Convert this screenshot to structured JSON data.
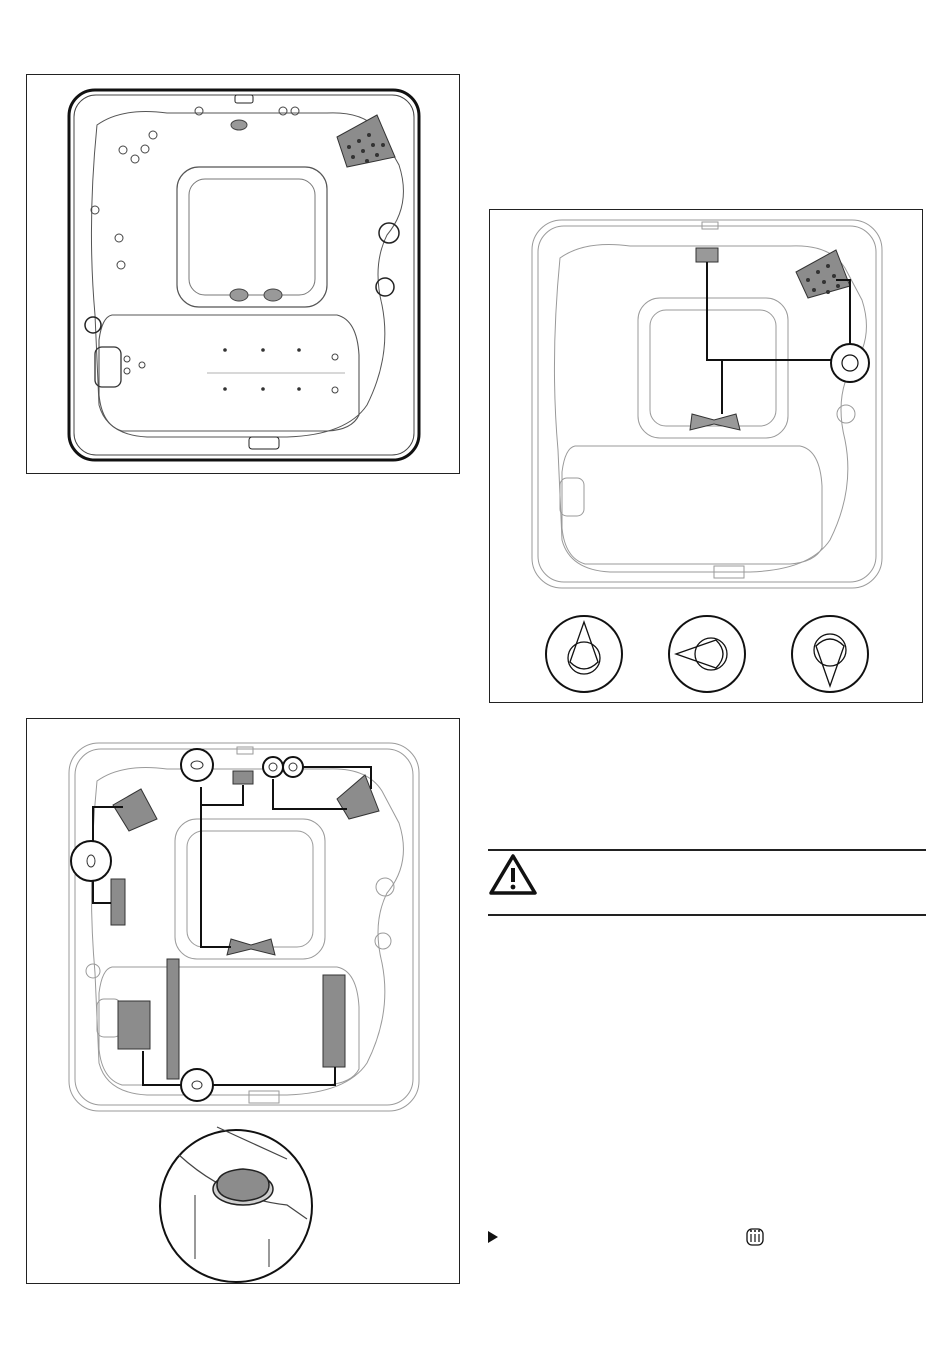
{
  "figures": [
    {
      "id": "fig1",
      "kind": "spa-top-view-outline"
    },
    {
      "id": "fig2",
      "kind": "spa-diverter-valve-diagram",
      "valve_positions": [
        "diverter-position-up",
        "diverter-position-left",
        "diverter-position-down"
      ]
    },
    {
      "id": "fig3",
      "kind": "spa-air-control-diagram",
      "detail": "air-control-knob-closeup"
    }
  ],
  "warning": {
    "icon": "warning-triangle-icon",
    "text": ""
  },
  "instruction": {
    "icon": "play-arrow-icon",
    "text": "",
    "inline_icon": "jets-icon"
  },
  "colors": {
    "line": "#222222",
    "faint_line": "#9a9a9a",
    "jet_fill": "#8c8c8c",
    "highlight": "#a6a6a6"
  }
}
